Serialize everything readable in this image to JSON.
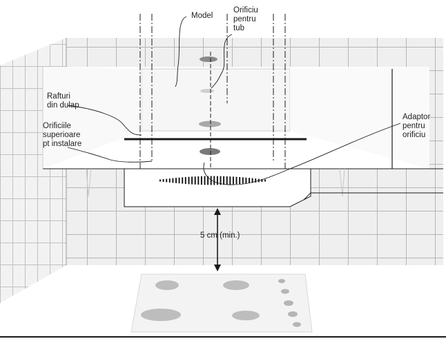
{
  "labels": {
    "model": "Model",
    "tube_hole": [
      "Orificiu",
      "pentru",
      "tub"
    ],
    "shelves": [
      "Rafturi",
      "din dulap"
    ],
    "top_holes": [
      "Orificiile",
      "superioare",
      "pt instalare"
    ],
    "adapter": [
      "Adaptor",
      "pentru",
      "orificiu"
    ],
    "distance": "5 cm (min.)"
  },
  "colors": {
    "line": "#1a1a1a",
    "tile_fill": "#efefef",
    "tile_grout": "#b5b5b5",
    "hood_fill": "#ffffff",
    "burner": "#bdbdbd",
    "hole": "#8a8a8a"
  }
}
